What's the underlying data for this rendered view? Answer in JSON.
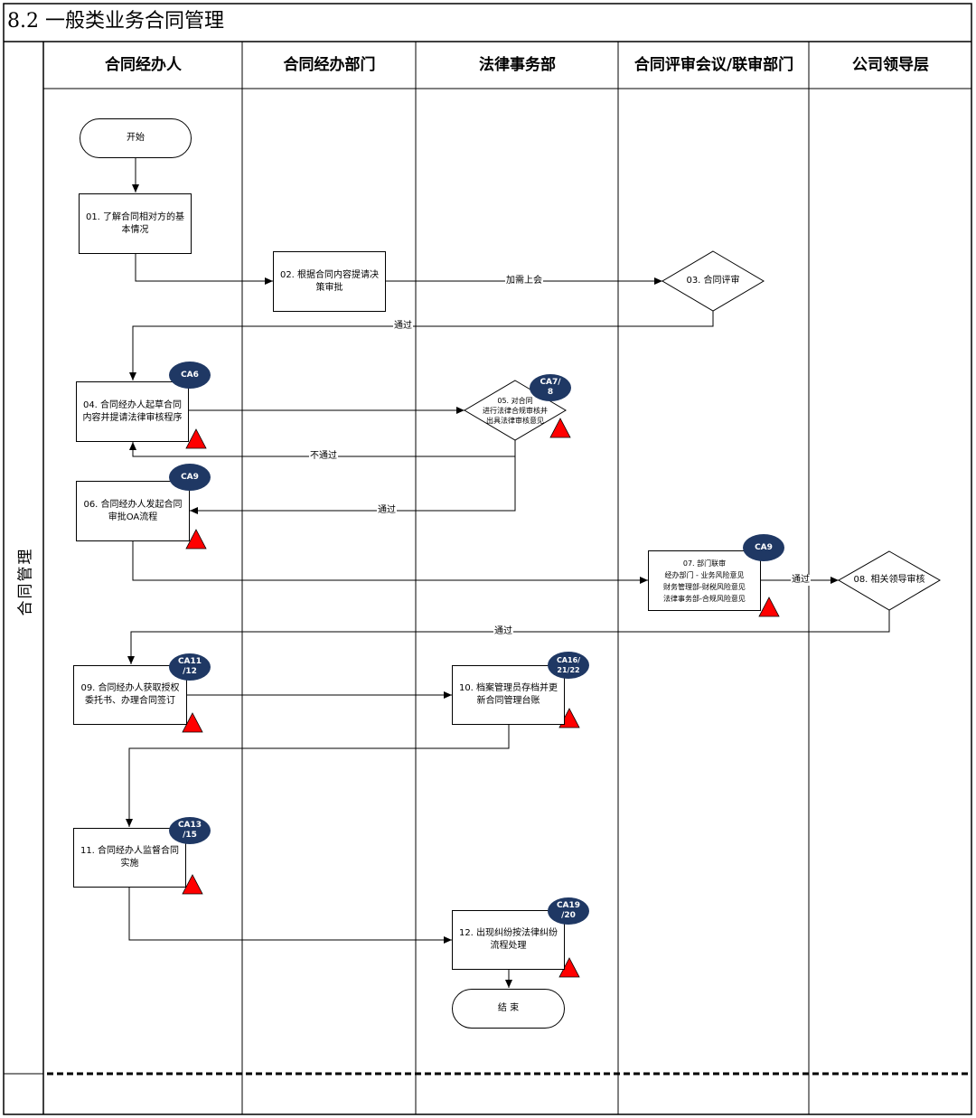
{
  "title": "8.2 一般类业务合同管理",
  "side_label": "合同管理",
  "lanes": [
    "合同经办人",
    "合同经办部门",
    "法律事务部",
    "合同评审会议/联审部门",
    "公司领导层"
  ],
  "nodes": {
    "start": "开始",
    "n01": "01. 了解合同相对方的基本情况",
    "n02": "02. 根据合同内容提请决策审批",
    "n03": "03. 合同评审",
    "n04": "04. 合同经办人起草合同内容并提请法律审核程序",
    "n05": "05. 对合同\n进行法律合规审核并\n出具法律审核意见",
    "n06": "06. 合同经办人发起合同审批OA流程",
    "n07": "07. 部门联审\n经办部门 - 业务风险意见\n财务管理部-财税风险意见\n法律事务部-合规风险意见",
    "n08": "08. 相关领导审核",
    "n09": "09. 合同经办人获取授权委托书、办理合同签订",
    "n10": "10. 档案管理员存档并更新合同管理台账",
    "n11": "11. 合同经办人监督合同实施",
    "n12": "12. 出现纠纷按法律纠纷流程处理",
    "end": "结 束"
  },
  "badges": {
    "b04": "CA6",
    "b05": "CA7/\n8",
    "b06": "CA9",
    "b07": "CA9",
    "b09": "CA11\n/12",
    "b10": "CA16/\n21/22",
    "b11": "CA13\n/15",
    "b12": "CA19\n/20"
  },
  "edge_labels": {
    "e02_03": "加需上会",
    "e03_04": "通过",
    "e05_04": "不通过",
    "e05_06": "通过",
    "e07_08": "通过",
    "e08_09": "通过"
  },
  "colors": {
    "badge": "#1f3864",
    "risk_triangle": "#ff0000",
    "line": "#000000"
  }
}
